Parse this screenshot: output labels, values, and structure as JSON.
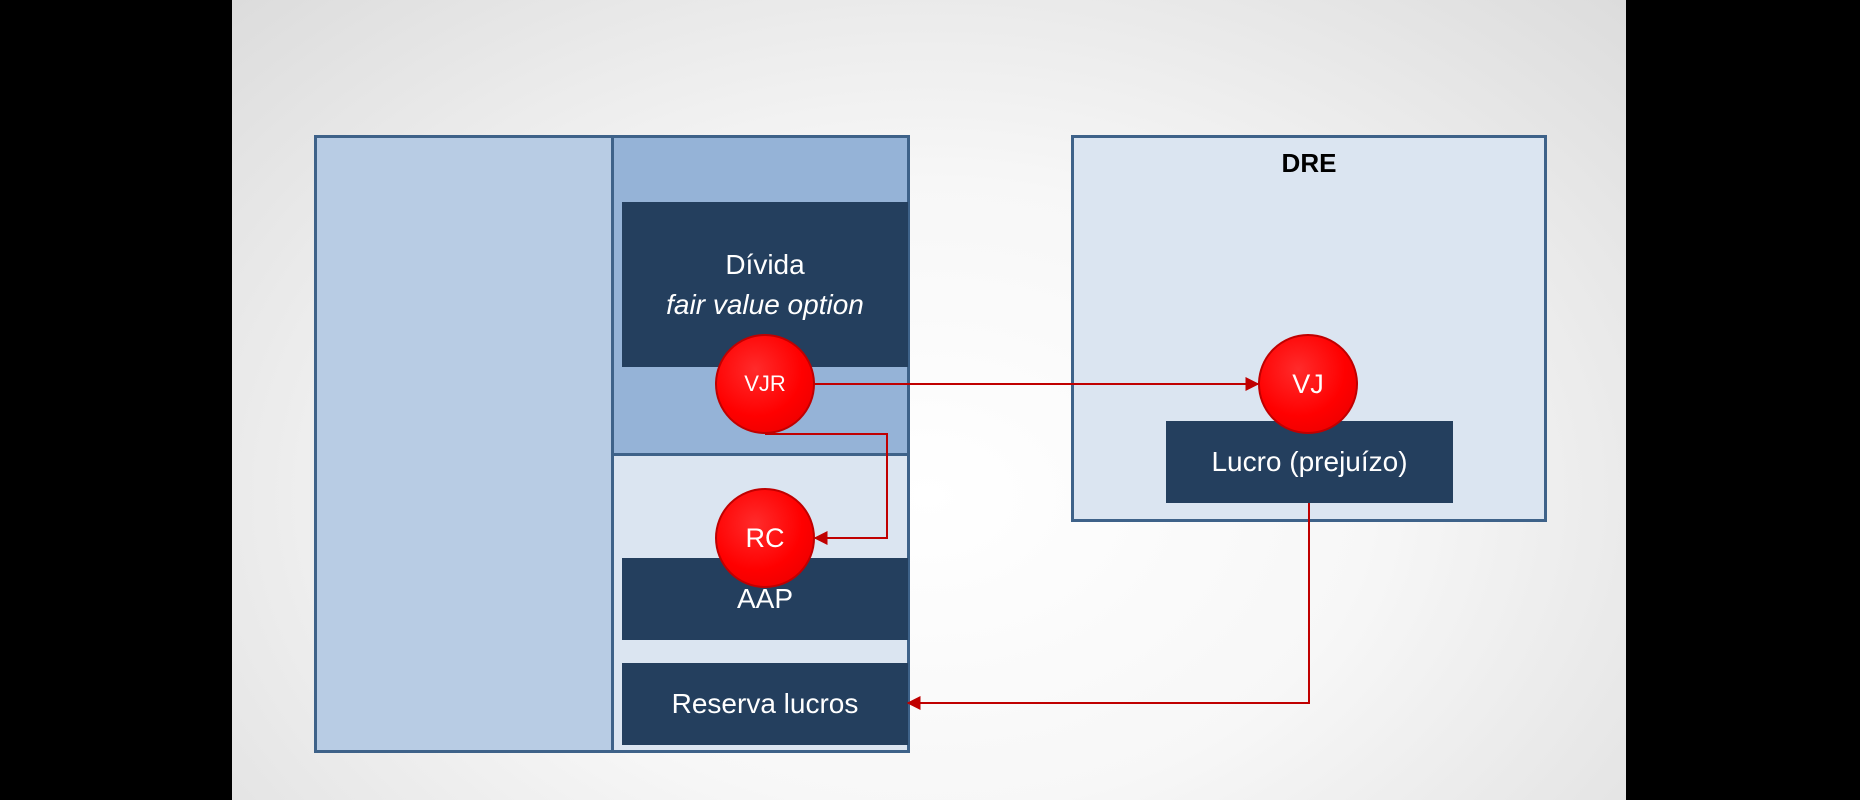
{
  "dre": {
    "title": "DRE"
  },
  "liabilities": {
    "divida_line1": "Dívida",
    "divida_line2": "fair value option"
  },
  "equity": {
    "aap": "AAP",
    "reserva": "Reserva lucros"
  },
  "income": {
    "lucro": "Lucro (prejuízo)"
  },
  "markers": {
    "vjr": "VJR",
    "rc": "RC",
    "vj": "VJ"
  },
  "colors": {
    "arrow": "#c00000",
    "marker": "#ff0000",
    "dark_box": "#243f5e",
    "border": "#3e6289"
  }
}
